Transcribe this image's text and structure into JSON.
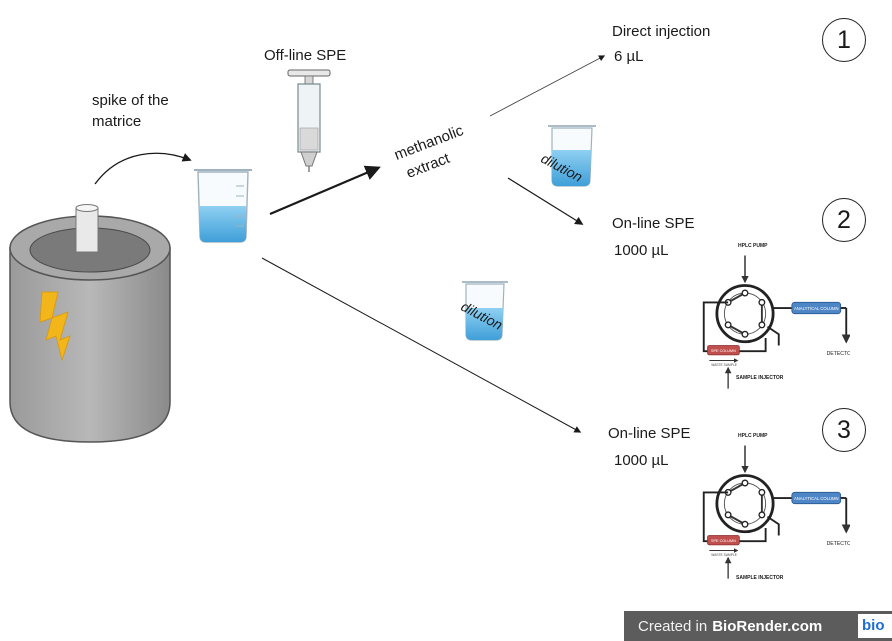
{
  "labels": {
    "spike_line1": "spike of the",
    "spike_line2": "matrice",
    "offline_spe": "Off-line SPE",
    "methanolic_line1": "methanolic",
    "methanolic_line2": "extract",
    "direct_injection": "Direct injection",
    "direct_volume": "6 µL",
    "online_spe_2": "On-line SPE",
    "volume_2": "1000 µL",
    "online_spe_3": "On-line SPE",
    "volume_3": "1000 µL",
    "dilution_a": "dilution",
    "dilution_b": "dilution"
  },
  "steps": {
    "one": "1",
    "two": "2",
    "three": "3"
  },
  "valve_diagram": {
    "hplc_pump": "HPLC PUMP",
    "analytical_column": "ANALYTICAL COLUMN",
    "detector": "DETECTOR",
    "spe_column": "SPE COLUMN",
    "waste_sample": "WASTE SAMPLE",
    "sample_injector": "SAMPLE INJECTOR"
  },
  "watermark": {
    "text": "Created in",
    "brand": "BioRender.com",
    "logo": "bio"
  },
  "colors": {
    "liquid": "#5eb3e4",
    "lightning": "#f2b51a",
    "mortar": "#8d8d8d",
    "analytical_column": "#4f86c6",
    "spe_column": "#c0504d",
    "badge": "#5c5c5c"
  },
  "icons": [
    "mortar-icon",
    "lightning-icon",
    "syringe-icon",
    "beaker-icon",
    "valve-icon"
  ]
}
